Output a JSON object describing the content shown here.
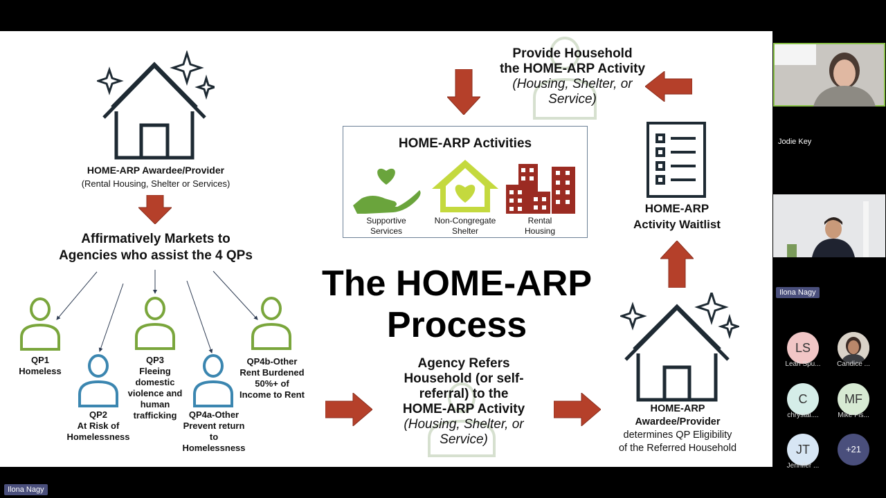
{
  "slide": {
    "title_line1": "The HOME-ARP",
    "title_line2": "Process",
    "awardee_top": {
      "title": "HOME-ARP Awardee/Provider",
      "subtitle": "(Rental Housing, Shelter or Services)"
    },
    "markets": {
      "line1": "Affirmatively Markets to",
      "line2": "Agencies who assist the 4 QPs"
    },
    "qps": [
      {
        "lines": [
          "QP1",
          "Homeless"
        ]
      },
      {
        "lines": [
          "QP2",
          "At Risk of",
          "Homelessness"
        ]
      },
      {
        "lines": [
          "QP3",
          "Fleeing",
          "domestic",
          "violence and",
          "human",
          "trafficking"
        ]
      },
      {
        "lines": [
          "QP4a-Other",
          "Prevent return",
          "to",
          "Homelessness"
        ]
      },
      {
        "lines": [
          "QP4b-Other",
          "Rent Burdened",
          "50%+ of",
          "Income to Rent"
        ]
      }
    ],
    "provide": {
      "line1": "Provide Household",
      "line2": "the HOME-ARP Activity",
      "line3": "(Housing, Shelter, or",
      "line4": "Service)"
    },
    "activities": {
      "title": "HOME-ARP Activities",
      "items": [
        {
          "line1": "Supportive",
          "line2": "Services",
          "icon": "hand-heart-icon"
        },
        {
          "line1": "Non-Congregate",
          "line2": "Shelter",
          "icon": "house-heart-icon"
        },
        {
          "line1": "Rental",
          "line2": "Housing",
          "icon": "buildings-icon"
        }
      ]
    },
    "waitlist": {
      "line1": "HOME-ARP",
      "line2": "Activity Waitlist"
    },
    "refers": {
      "line1": "Agency Refers",
      "line2": "Household (or self-",
      "line3": "referral) to the",
      "line4": "HOME-ARP Activity",
      "line5": "(Housing, Shelter, or",
      "line6": "Service)"
    },
    "awardee_bottom": {
      "line1": "HOME-ARP",
      "line2": "Awardee/Provider",
      "line3": "determines QP Eligibility",
      "line4": "of the Referred Household"
    },
    "colors": {
      "green": "#7aa63c",
      "blue": "#3b86b0",
      "red": "#b5402a",
      "dark": "#1e2a33",
      "lime": "#c4d93e",
      "brick": "#9b2b22"
    }
  },
  "gallery": {
    "speaker_name": "Jodie Key",
    "video2_name": "Ilona Nagy",
    "participants": [
      {
        "initials": "LS",
        "name": "Leah Spu..."
      },
      {
        "initials": "",
        "name": "Candice ..."
      },
      {
        "initials": "C",
        "name": "chrystal...."
      },
      {
        "initials": "MF",
        "name": "Mike Fis..."
      },
      {
        "initials": "JT",
        "name": "Jennifer ..."
      },
      {
        "initials": "+21",
        "name": ""
      }
    ]
  },
  "bottom_bar": {
    "active_speaker": "Ilona Nagy"
  }
}
